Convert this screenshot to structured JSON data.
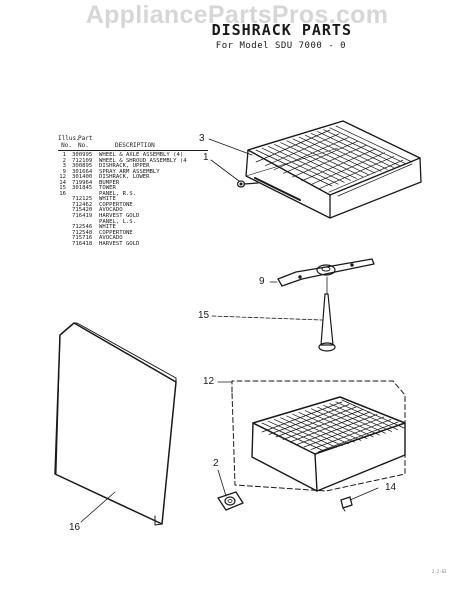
{
  "watermark": "AppliancePartsPros.com",
  "title": "DISHRACK PARTS",
  "subtitle": "For Model SDU 7000 - 0",
  "legend": {
    "header_no": [
      "Illus.",
      "No."
    ],
    "header_part": [
      "Part",
      "No."
    ],
    "header_desc": "DESCRIPTION",
    "rows": [
      {
        "illus": "1",
        "part": "300995",
        "desc": "WHEEL & AXLE ASSEMBLY (4)"
      },
      {
        "illus": "2",
        "part": "712109",
        "desc": "WHEEL & SHROUD ASSEMBLY (4"
      },
      {
        "illus": "3",
        "part": "300895",
        "desc": "DISHRACK, UPPER"
      },
      {
        "illus": "9",
        "part": "301664",
        "desc": "SPRAY ARM ASSEMBLY"
      },
      {
        "illus": "12",
        "part": "301400",
        "desc": "DISHRACK, LOWER"
      },
      {
        "illus": "14",
        "part": "719964",
        "desc": "BUMPER"
      },
      {
        "illus": "15",
        "part": "301845",
        "desc": "TOWER"
      },
      {
        "illus": "16",
        "part": "",
        "desc": "PANEL, R.S."
      },
      {
        "illus": "",
        "part": "712125",
        "desc": "WHITE"
      },
      {
        "illus": "",
        "part": "712462",
        "desc": "COPPERTONE"
      },
      {
        "illus": "",
        "part": "715420",
        "desc": "AVOCADO"
      },
      {
        "illus": "",
        "part": "716419",
        "desc": "HARVEST GOLD"
      },
      {
        "illus": "",
        "part": "",
        "desc": "PANEL, L.S."
      },
      {
        "illus": "",
        "part": "712546",
        "desc": "WHITE"
      },
      {
        "illus": "",
        "part": "712548",
        "desc": "COPPERTONE"
      },
      {
        "illus": "",
        "part": "715716",
        "desc": "AVOCADO"
      },
      {
        "illus": "",
        "part": "716418",
        "desc": "HARVEST GOLD"
      }
    ]
  },
  "callouts": {
    "c3": "3",
    "c1": "1",
    "c9": "9",
    "c15": "15",
    "c12": "12",
    "c2": "2",
    "c14": "14",
    "c16": "16"
  },
  "footer_code": "2-2-63"
}
